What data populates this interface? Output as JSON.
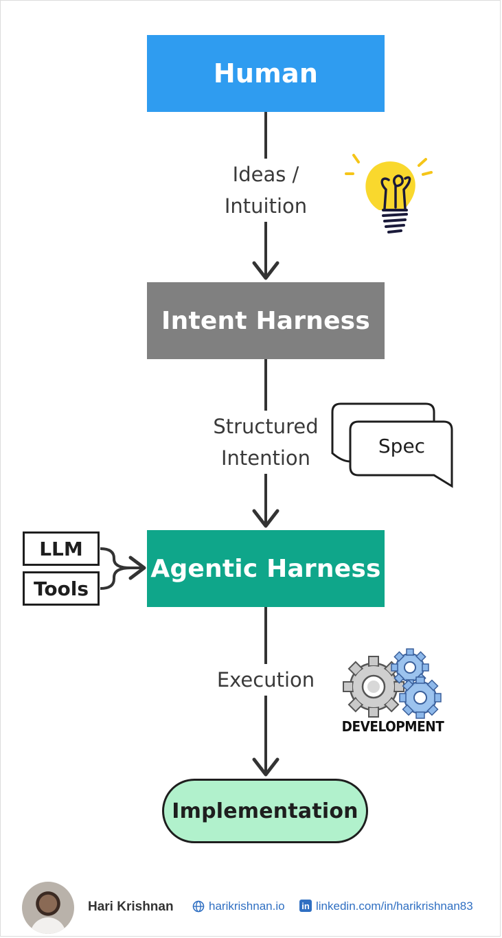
{
  "nodes": {
    "human": "Human",
    "intent_harness": "Intent Harness",
    "agentic_harness": "Agentic Harness",
    "implementation": "Implementation"
  },
  "edges": {
    "ideas_line1": "Ideas /",
    "ideas_line2": "Intuition",
    "structured_line1": "Structured",
    "structured_line2": "Intention",
    "execution": "Execution"
  },
  "inputs": {
    "llm": "LLM",
    "tools": "Tools"
  },
  "illustrations": {
    "spec_label": "Spec",
    "development_label": "DEVELOPMENT",
    "lightbulb_icon": "lightbulb-icon",
    "gears_icon": "gears-icon"
  },
  "colors": {
    "human": "#2f9cf0",
    "intent_harness": "#808080",
    "agentic_harness": "#0fa68a",
    "implementation": "#b1f1cc",
    "arrow": "#333333"
  },
  "footer": {
    "name": "Hari Krishnan",
    "website": "harikrishnan.io",
    "linkedin": "linkedin.com/in/harikrishnan83"
  }
}
